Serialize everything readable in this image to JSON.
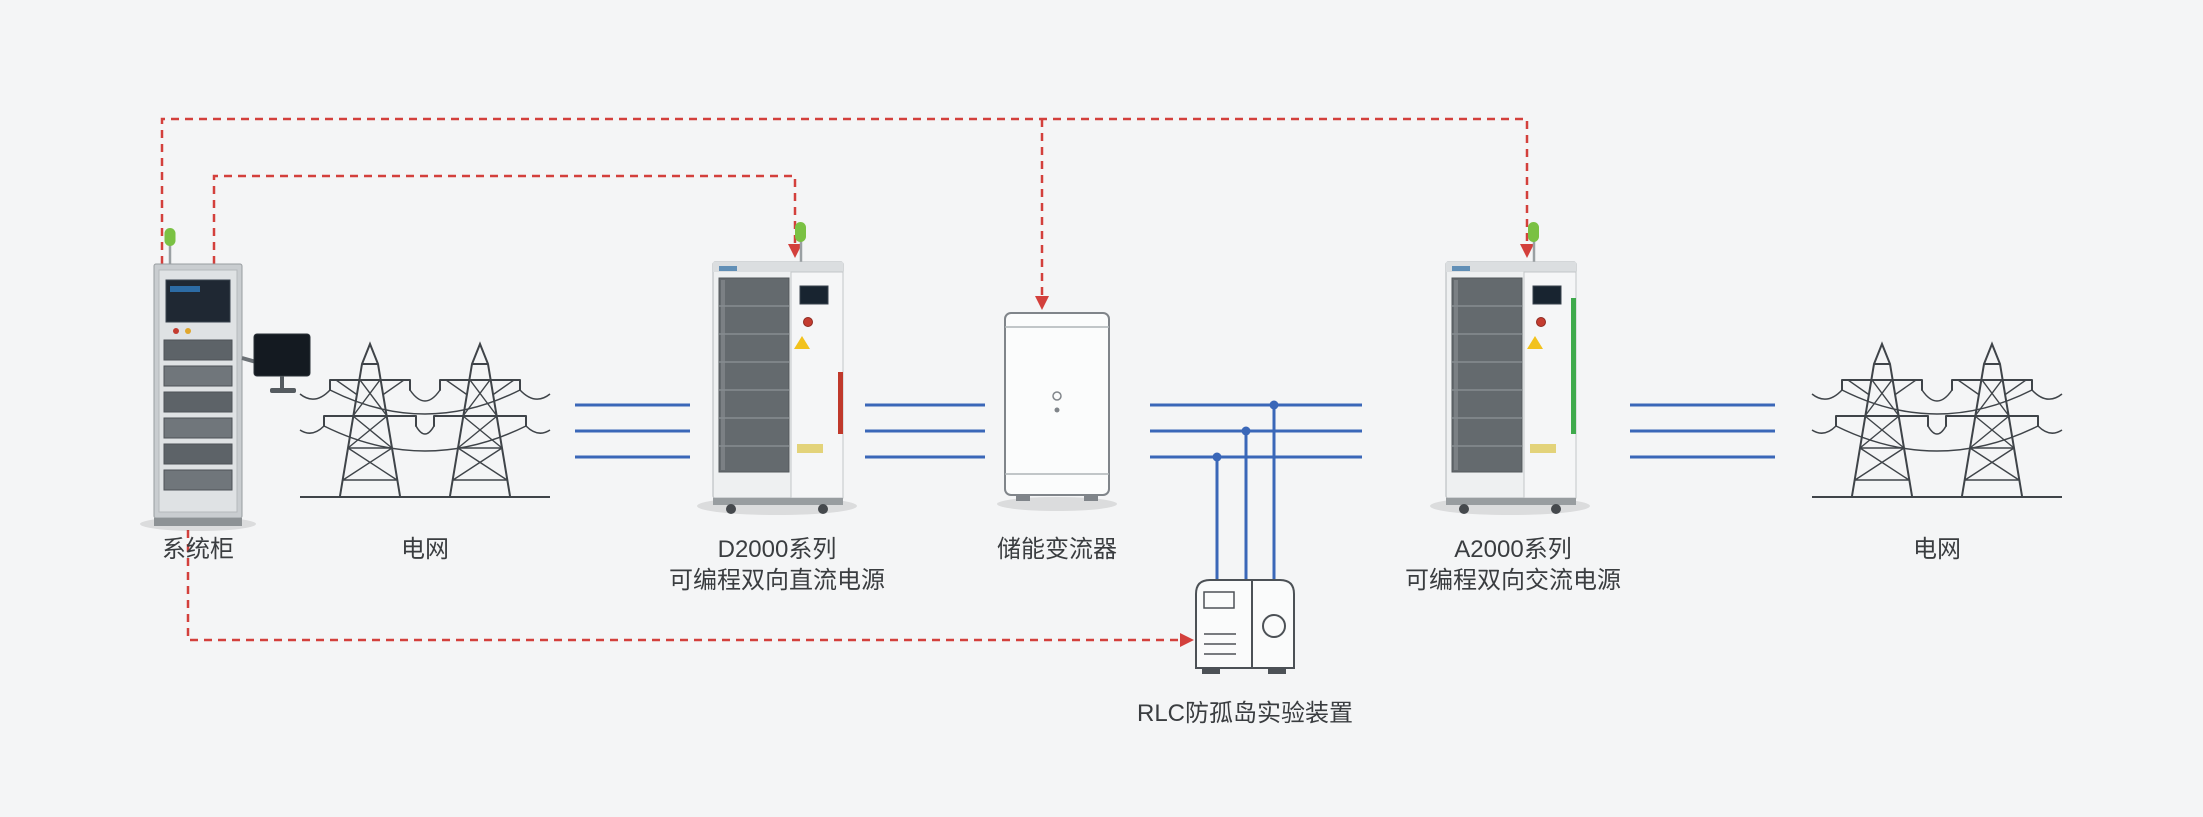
{
  "diagram": {
    "background": "#f4f5f6",
    "colors": {
      "bus_line": "#3a67b8",
      "control_line": "#d3403c",
      "outline": "#45494e",
      "antenna_green": "#7ac143",
      "d2000_accent": "#c0392b",
      "a2000_accent": "#3faa4c"
    },
    "labels": {
      "system_cabinet": "系统柜",
      "grid_left": "电网",
      "d2000_title": "D2000系列",
      "d2000_subtitle": "可编程双向直流电源",
      "storage_converter": "储能变流器",
      "rlc_device": "RLC防孤岛实验装置",
      "a2000_title": "A2000系列",
      "a2000_subtitle": "可编程双向交流电源",
      "grid_right": "电网"
    }
  }
}
